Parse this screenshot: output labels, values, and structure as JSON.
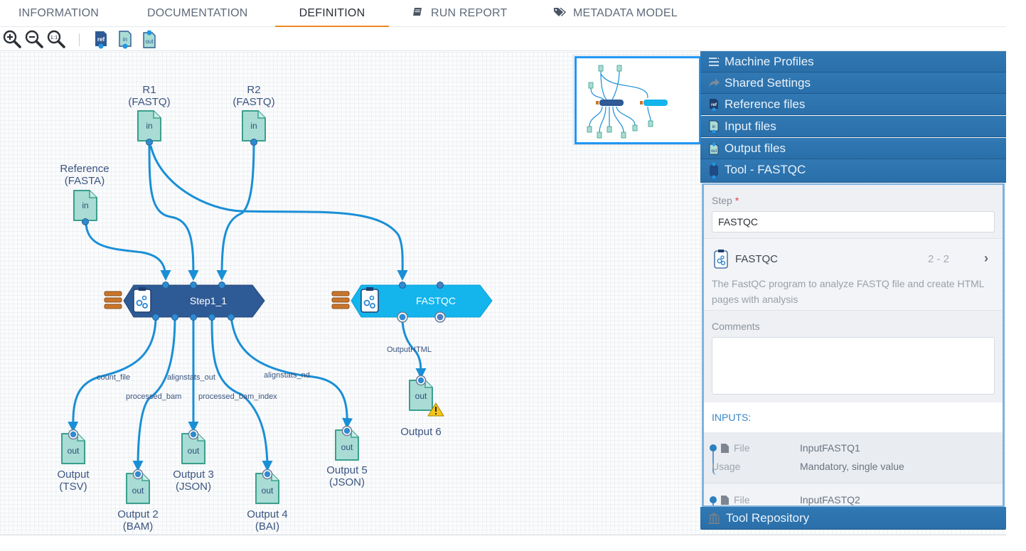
{
  "tabs": [
    {
      "label": "INFORMATION",
      "active": false,
      "icon": null
    },
    {
      "label": "DOCUMENTATION",
      "active": false,
      "icon": null
    },
    {
      "label": "DEFINITION",
      "active": true,
      "icon": null
    },
    {
      "label": "RUN REPORT",
      "active": false,
      "icon": "book-icon"
    },
    {
      "label": "METADATA MODEL",
      "active": false,
      "icon": "tags-icon"
    }
  ],
  "toolbar": {
    "zoom_in": "zoom-in-icon",
    "zoom_out": "zoom-out-icon",
    "zoom_reset_text": "1:1",
    "add_reference_text": "ref",
    "add_input_text": "in",
    "add_output_text": "out"
  },
  "graph": {
    "inputs": [
      {
        "id": "r1",
        "label_line1": "R1",
        "label_line2": "(FASTQ)",
        "badge": "in"
      },
      {
        "id": "r2",
        "label_line1": "R2",
        "label_line2": "(FASTQ)",
        "badge": "in"
      },
      {
        "id": "ref",
        "label_line1": "Reference",
        "label_line2": "(FASTA)",
        "badge": "in"
      }
    ],
    "steps": [
      {
        "id": "step1",
        "label": "Step1_1",
        "selected": false
      },
      {
        "id": "fastqc",
        "label": "FASTQC",
        "selected": true
      }
    ],
    "port_labels": {
      "count_file": "count_file",
      "processed_bam": "processed_bam",
      "alignstats_out": "alignstats_out",
      "processed_bam_index": "processed_bam_index",
      "alignstats_nd": "alignstats_nd",
      "output_html": "OutputHTML"
    },
    "outputs": [
      {
        "id": "o1",
        "label_line1": "Output",
        "label_line2": "(TSV)",
        "badge": "out"
      },
      {
        "id": "o2",
        "label_line1": "Output 2",
        "label_line2": "(BAM)",
        "badge": "out"
      },
      {
        "id": "o3",
        "label_line1": "Output 3",
        "label_line2": "(JSON)",
        "badge": "out"
      },
      {
        "id": "o4",
        "label_line1": "Output 4",
        "label_line2": "(BAI)",
        "badge": "out"
      },
      {
        "id": "o5",
        "label_line1": "Output 5",
        "label_line2": "(JSON)",
        "badge": "out"
      },
      {
        "id": "o6",
        "label_line1": "Output 6",
        "label_line2": "",
        "badge": "out",
        "warning": true
      }
    ]
  },
  "panel": {
    "sections": [
      {
        "label": "Machine Profiles",
        "icon": "list-icon"
      },
      {
        "label": "Shared Settings",
        "icon": "share-icon"
      },
      {
        "label": "Reference files",
        "icon": "ref-file-icon"
      },
      {
        "label": "Input files",
        "icon": "input-file-icon"
      },
      {
        "label": "Output files",
        "icon": "output-file-icon"
      },
      {
        "label": "Tool - FASTQC",
        "icon": "tool-node-icon"
      }
    ],
    "step_label": "Step",
    "step_required_mark": "*",
    "step_value": "FASTQC",
    "tool": {
      "name": "FASTQC",
      "version": "2 - 2",
      "description": "The FastQC program to analyze FASTQ file and create HTML pages with analysis"
    },
    "comments_label": "Comments",
    "comments_value": "",
    "inputs_heading": "INPUTS:",
    "inputs": [
      {
        "key1": "File",
        "val1": "InputFASTQ1",
        "key2": "Usage",
        "val2": "Mandatory, single value"
      },
      {
        "key1": "File",
        "val1": "InputFASTQ2"
      }
    ],
    "tool_repository": "Tool Repository"
  },
  "colors": {
    "accent_tab": "#f08a24",
    "pipe": "#1a8fd6",
    "step_dark": "#2e5a95",
    "step_selected": "#14b4ec",
    "panel_header": "#2f76b1",
    "file_fill": "#a9dcd4"
  }
}
